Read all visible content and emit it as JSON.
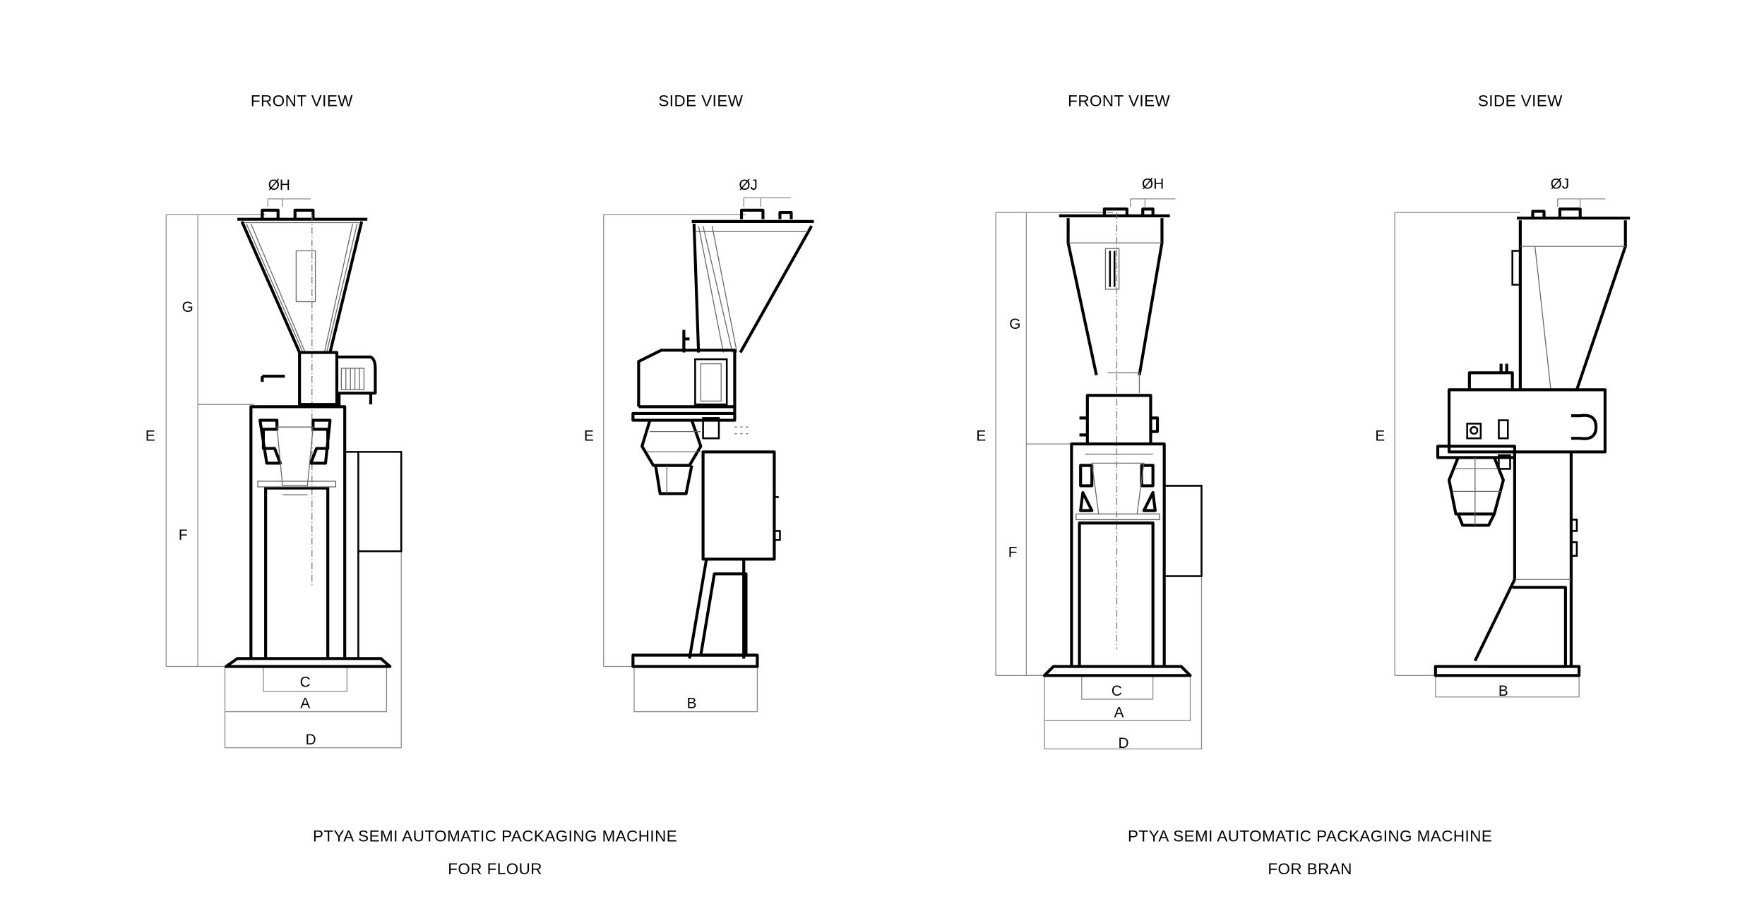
{
  "drawings": [
    {
      "view_title": "FRONT VIEW",
      "dimensions": {
        "top": "ØH",
        "e": "E",
        "g": "G",
        "f": "F",
        "c": "C",
        "a": "A",
        "d": "D"
      }
    },
    {
      "view_title": "SIDE VIEW",
      "dimensions": {
        "top": "ØJ",
        "e": "E",
        "b": "B"
      }
    },
    {
      "view_title": "FRONT VIEW",
      "dimensions": {
        "top": "ØH",
        "e": "E",
        "g": "G",
        "f": "F",
        "c": "C",
        "a": "A",
        "d": "D"
      }
    },
    {
      "view_title": "SIDE VIEW",
      "dimensions": {
        "top": "ØJ",
        "e": "E",
        "b": "B"
      }
    }
  ],
  "captions": [
    {
      "title": "PTYA SEMI AUTOMATIC PACKAGING MACHINE",
      "subtitle": "FOR FLOUR"
    },
    {
      "title": "PTYA SEMI AUTOMATIC PACKAGING MACHINE",
      "subtitle": "FOR BRAN"
    }
  ]
}
